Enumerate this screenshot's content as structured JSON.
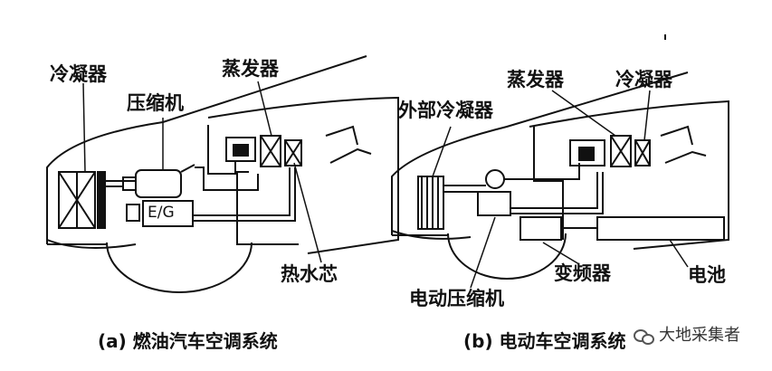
{
  "left_diagram": {
    "labels": {
      "condenser": "冷凝器",
      "compressor": "压缩机",
      "evaporator": "蒸发器",
      "engine": "E/G",
      "heater_core": "热水芯"
    },
    "caption": "(a) 燃油汽车空调系统"
  },
  "right_diagram": {
    "labels": {
      "external_condenser": "外部冷凝器",
      "evaporator": "蒸发器",
      "condenser": "冷凝器",
      "inverter": "变频器",
      "battery": "电池",
      "electric_compressor": "电动压缩机"
    },
    "caption": "(b) 电动车空调系统"
  },
  "watermark": {
    "text": "大地采集者"
  }
}
